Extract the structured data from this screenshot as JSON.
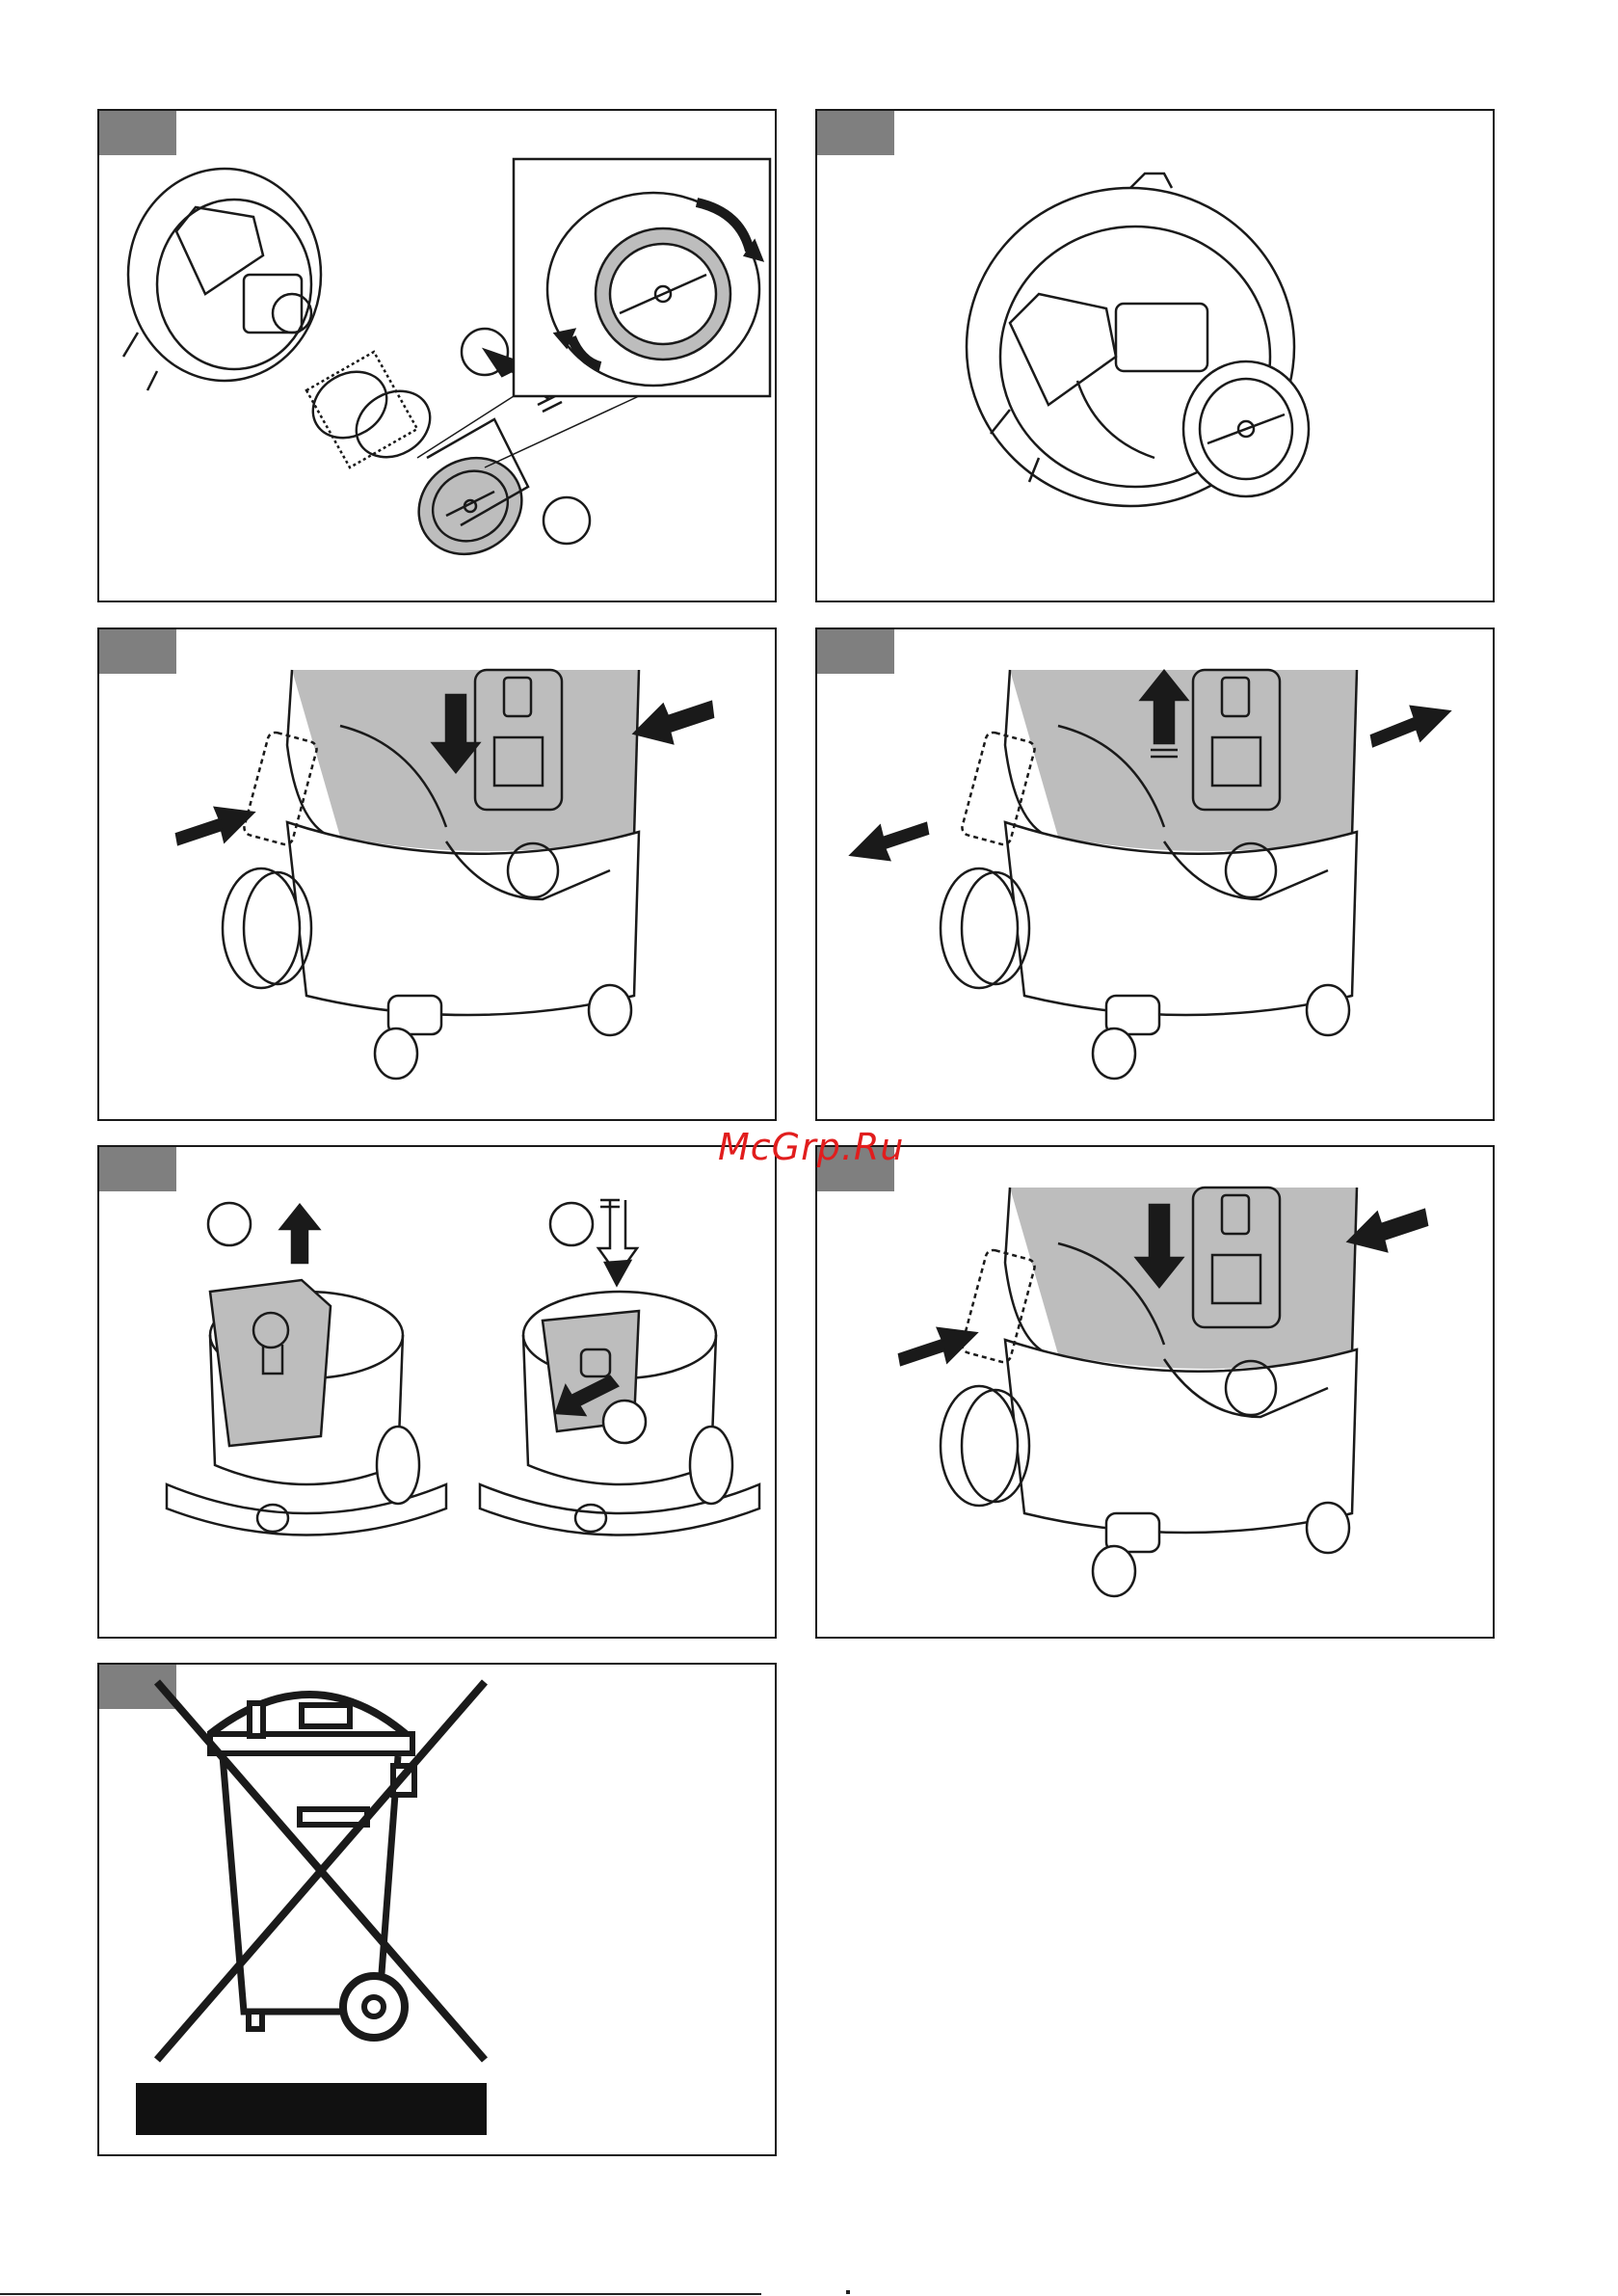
{
  "watermark": {
    "text": "McGrp.Ru",
    "color": "#e11d1d"
  },
  "colors": {
    "tab": "#7f7f7f",
    "line": "#1a1a1a",
    "shade": "#bdbdbd"
  },
  "panels": [
    {
      "id": "filter-change",
      "tab_color": "#7f7f7f"
    },
    {
      "id": "filter-installed",
      "tab_color": "#7f7f7f"
    },
    {
      "id": "head-attach",
      "tab_color": "#7f7f7f"
    },
    {
      "id": "head-remove",
      "tab_color": "#7f7f7f"
    },
    {
      "id": "bag-replace",
      "tab_color": "#7f7f7f"
    },
    {
      "id": "head-close",
      "tab_color": "#7f7f7f"
    },
    {
      "id": "weee-disposal",
      "tab_color": "#7f7f7f"
    }
  ]
}
